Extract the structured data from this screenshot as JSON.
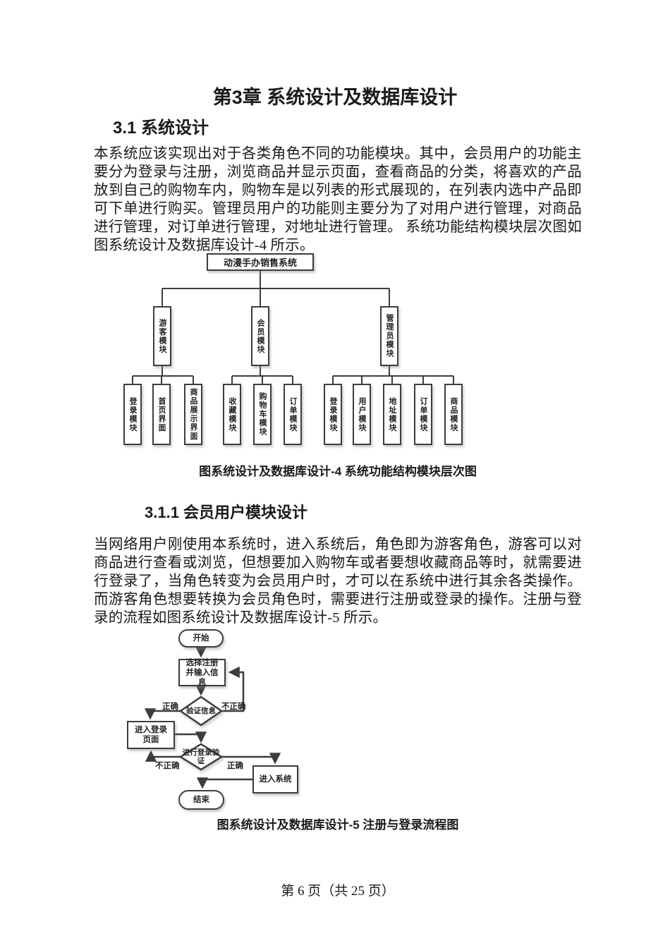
{
  "document": {
    "chapter_title": "第3章 系统设计及数据库设计",
    "section_heading": "3.1 系统设计",
    "paragraph_1": "本系统应该实现出对于各类角色不同的功能模块。其中，会员用户的功能主要分为登录与注册，浏览商品并显示页面，查看商品的分类，将喜欢的产品放到自己的购物车内，购物车是以列表的形式展现的，在列表内选中产品即可下单进行购买。管理员用户的功能则主要分为了对用户进行管理，对商品进行管理，对订单进行管理，对地址进行管理。 系统功能结构模块层次图如图系统设计及数据库设计-4 所示。",
    "figure_4_caption": "图系统设计及数据库设计-4 系统功能结构模块层次图",
    "subsection_heading": "3.1.1 会员用户模块设计",
    "paragraph_2": "当网络用户刚使用本系统时，进入系统后，角色即为游客角色，游客可以对商品进行查看或浏览，但想要加入购物车或者要想收藏商品等时，就需要进行登录了，当角色转变为会员用户时，才可以在系统中进行其余各类操作。而游客角色想要转换为会员角色时，需要进行注册或登录的操作。注册与登录的流程如图系统设计及数据库设计-5 所示。",
    "figure_5_caption": "图系统设计及数据库设计-5 注册与登录流程图",
    "page_footer": "第 6 页（共 25 页）"
  },
  "module_tree": {
    "root": "动漫手办销售系统",
    "branches": [
      {
        "label": "游客模块",
        "children": [
          "登录模块",
          "首页界面",
          "商品展示界面"
        ]
      },
      {
        "label": "会员模块",
        "children": [
          "收藏模块",
          "购物车模块",
          "订单模块"
        ]
      },
      {
        "label": "管理员模块",
        "children": [
          "登录模块",
          "用户模块",
          "地址模块",
          "订单模块",
          "商品模块"
        ]
      }
    ]
  },
  "flowchart": {
    "start": "开始",
    "step_register": "选择注册并输入信息",
    "decision_verify_info": "验证信息",
    "label_correct": "正确",
    "label_incorrect": "不正确",
    "step_login_page": "进入登录页面",
    "decision_login_verify": "进行登录验证",
    "step_enter_system": "进入系统",
    "end": "结束"
  },
  "colors": {
    "line": "#3d3d3d",
    "text": "#1a1a1a",
    "background": "#ffffff"
  }
}
